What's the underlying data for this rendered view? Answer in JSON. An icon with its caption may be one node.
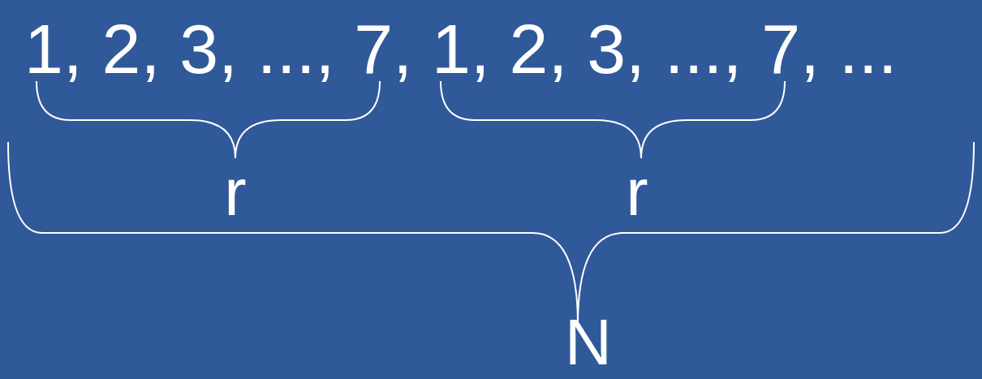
{
  "diagram": {
    "labels": [
      "1, 2, 3, ..., 7, 1, 2, 3, ..., 7, ...",
      "r",
      "r",
      "N"
    ]
  }
}
